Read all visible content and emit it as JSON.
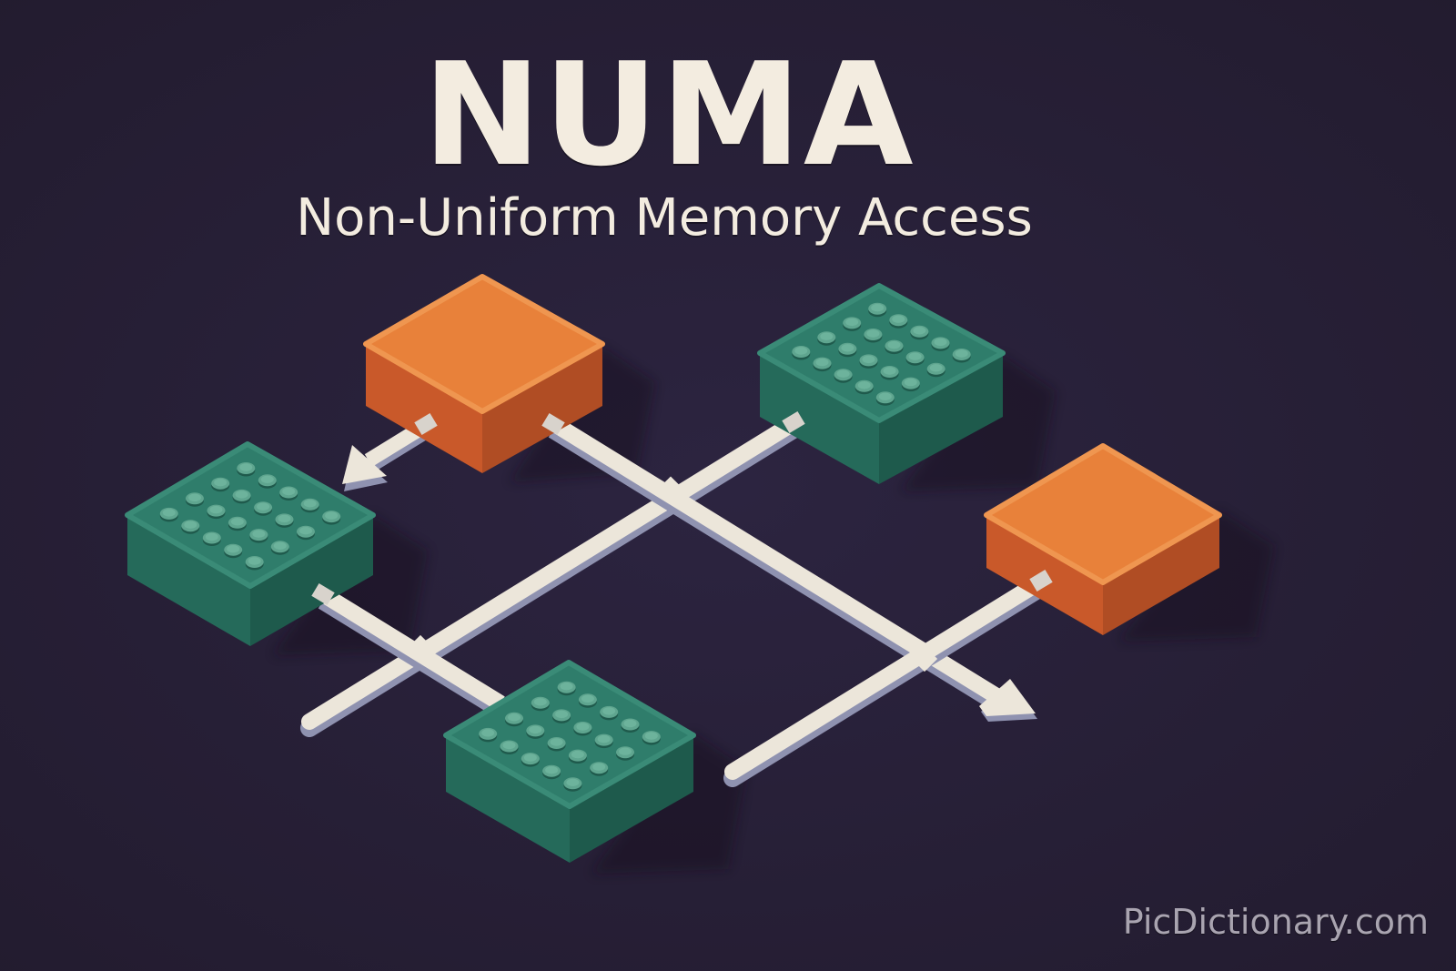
{
  "header": {
    "title": "NUMA",
    "subtitle": "Non-Uniform Memory Access"
  },
  "watermark": "PicDictionary.com",
  "colors": {
    "background": "#2a2238",
    "text": "#f3ece0",
    "cpu_orange": "#e8813a",
    "memory_teal": "#2f7d6b",
    "connector": "#ece6da",
    "watermark": "#a9a4b0"
  },
  "diagram": {
    "nodes": [
      {
        "id": "orange-block-top-left",
        "type": "processor",
        "color": "orange",
        "pins": 0
      },
      {
        "id": "teal-block-top-right",
        "type": "memory",
        "color": "teal",
        "pins": 20
      },
      {
        "id": "teal-block-left",
        "type": "memory",
        "color": "teal",
        "pins": 20
      },
      {
        "id": "orange-block-right",
        "type": "processor",
        "color": "orange",
        "pins": 0
      },
      {
        "id": "teal-block-bottom",
        "type": "memory",
        "color": "teal",
        "pins": 20
      }
    ],
    "connectors": [
      {
        "from": "orange-block-top-left",
        "to": "teal-block-left",
        "arrow": true
      },
      {
        "from": "orange-block-top-left",
        "to": "bottom-right",
        "arrow": true
      },
      {
        "from": "teal-block-top-right",
        "to": "bottom-left",
        "arrow": false
      },
      {
        "from": "teal-block-left",
        "to": "teal-block-bottom",
        "arrow": false
      },
      {
        "from": "orange-block-right",
        "to": "bottom-center",
        "arrow": false
      }
    ]
  }
}
